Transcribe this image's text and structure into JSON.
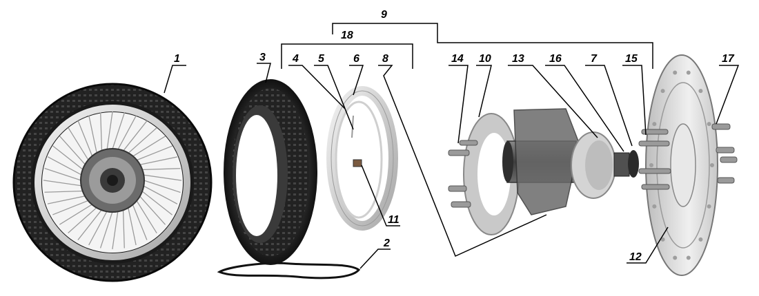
{
  "callouts": {
    "c1": "1",
    "c2": "2",
    "c3": "3",
    "c4": "4",
    "c5": "5",
    "c6": "6",
    "c7": "7",
    "c8": "8",
    "c9": "9",
    "c10": "10",
    "c11": "11",
    "c12": "12",
    "c13": "13",
    "c14": "14",
    "c15": "15",
    "c16": "16",
    "c17": "17",
    "c18": "18"
  },
  "colors": {
    "tire": "#1b1b1b",
    "rim": "#d9d9d9",
    "hub": "#5a5a5a",
    "disc": "#dcdcdc",
    "leader": "#000000"
  }
}
